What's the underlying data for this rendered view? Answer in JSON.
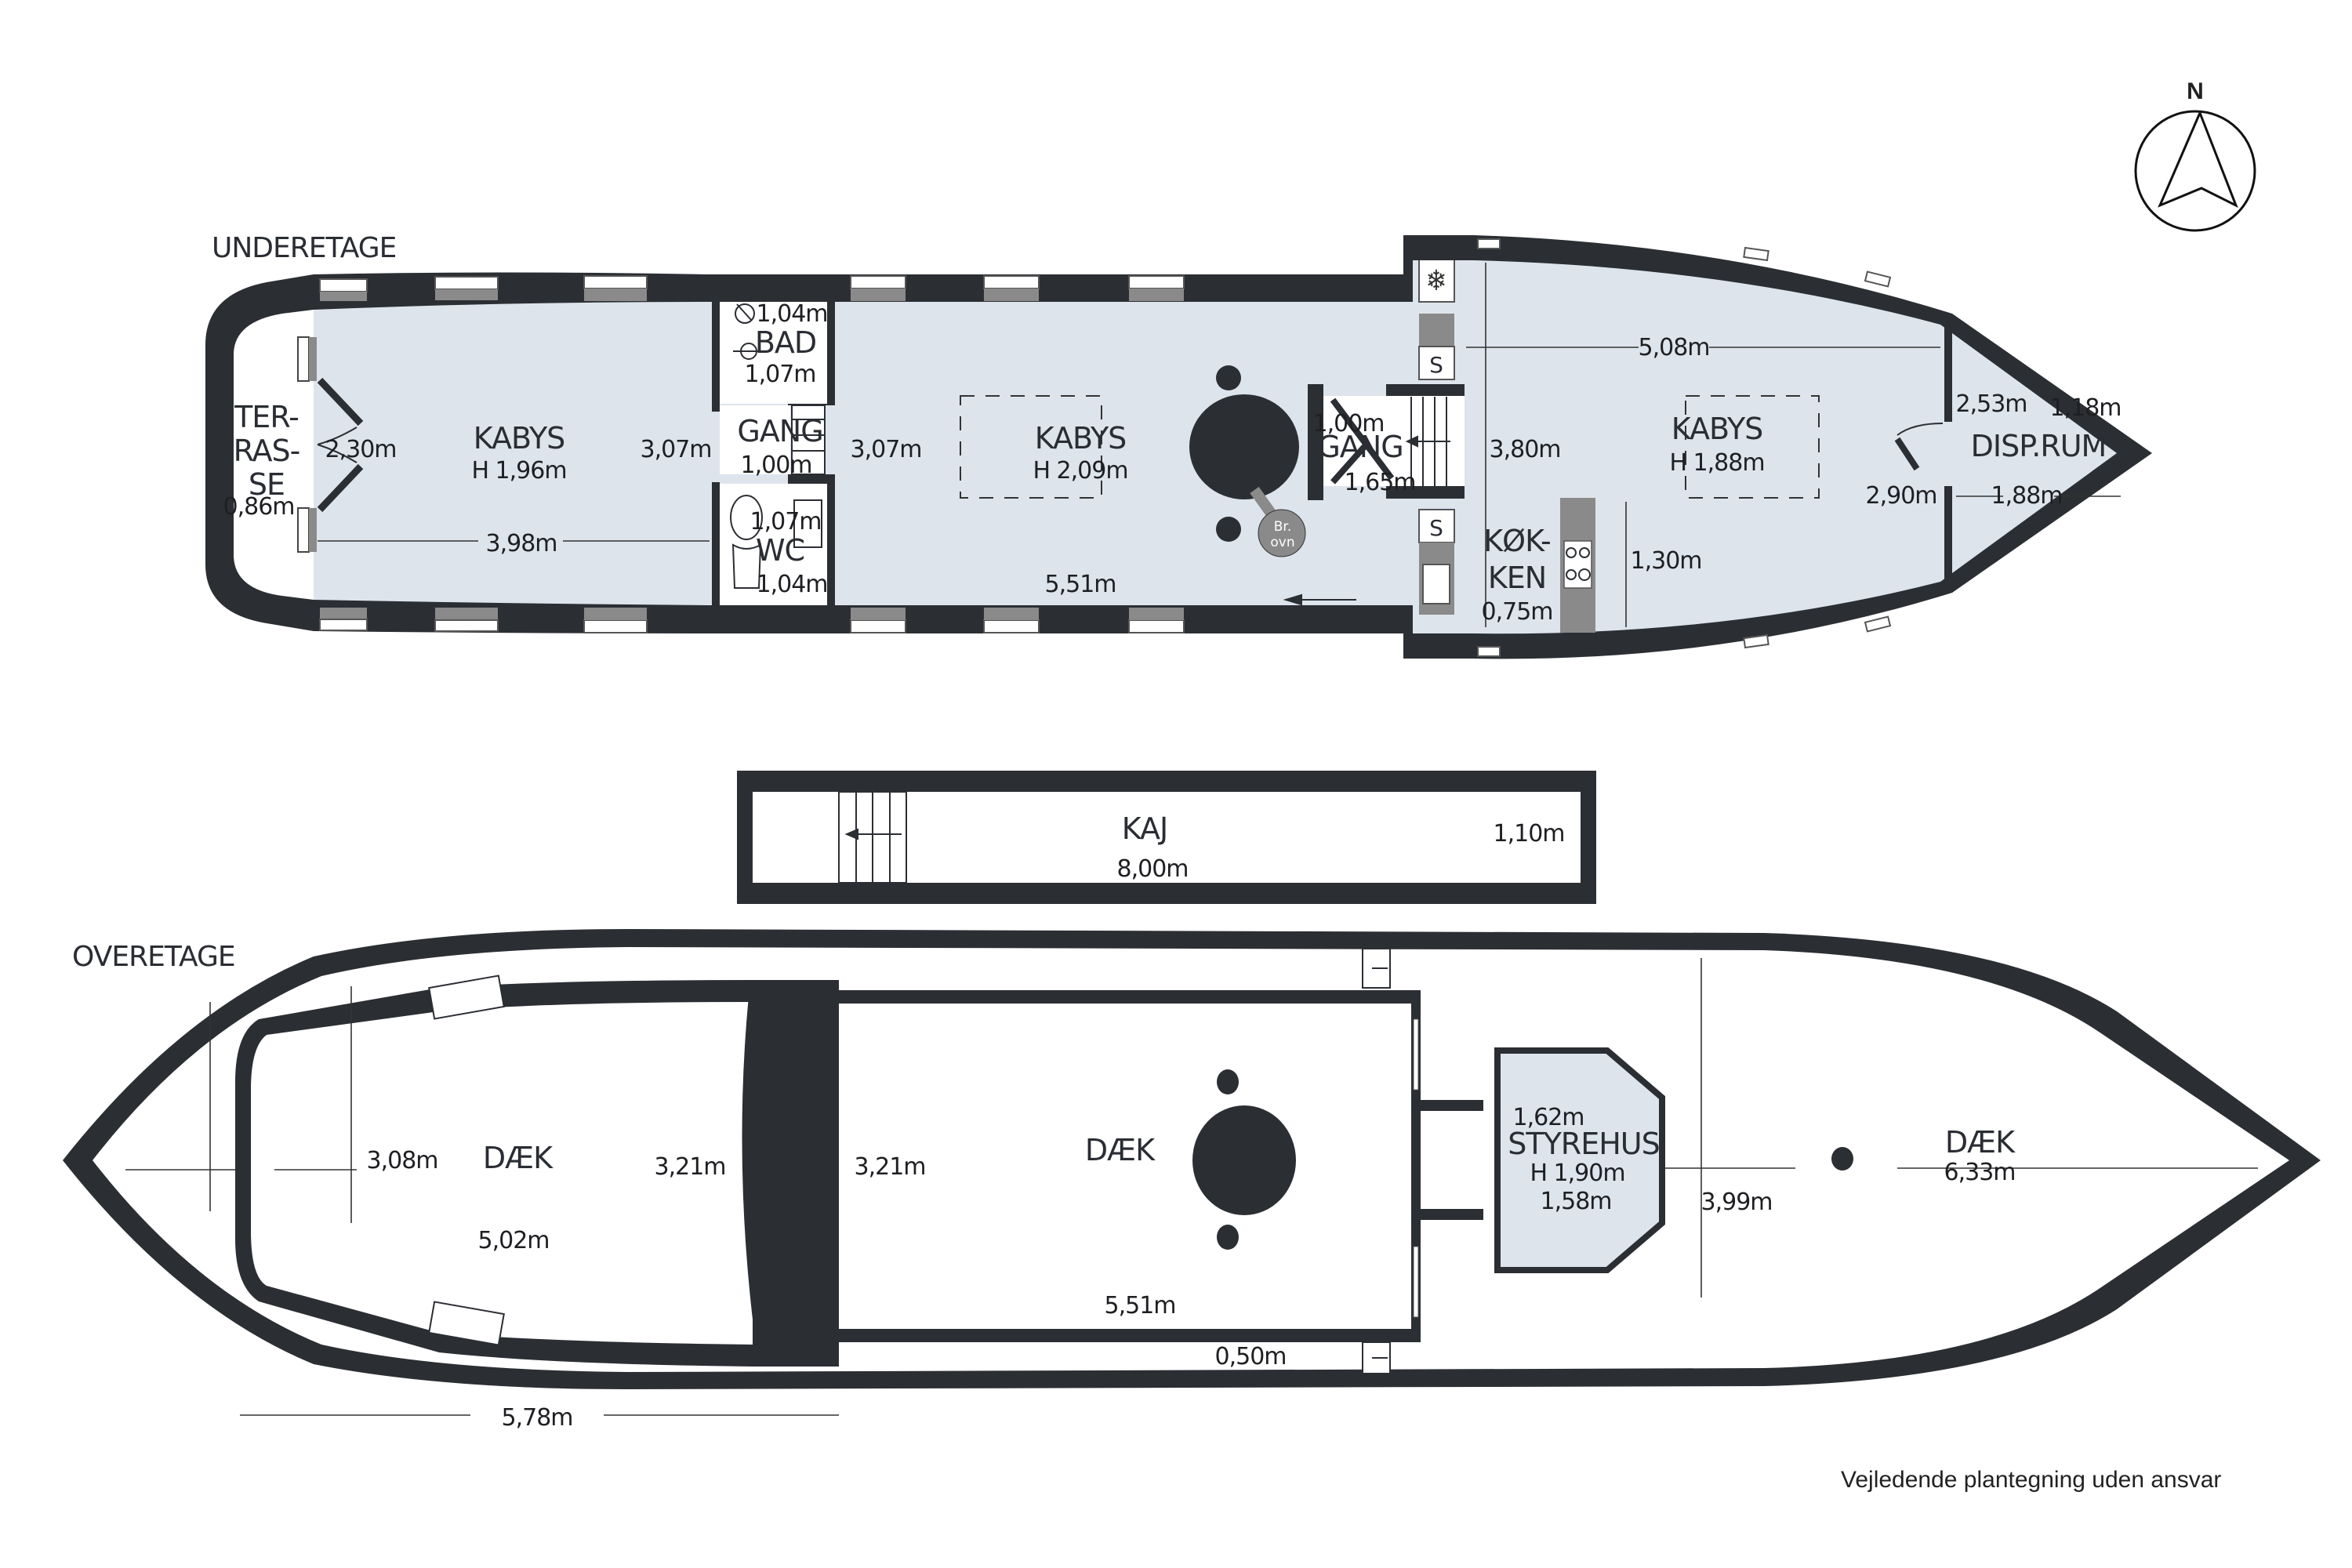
{
  "labels": {
    "lower_title": "UNDERETAGE",
    "upper_title": "OVERETAGE",
    "disclaimer": "Vejledende plantegning uden ansvar",
    "compass_n": "N"
  },
  "colors": {
    "wall": "#2b2e33",
    "floor": "#dde4ec",
    "window_gray": "#8a8a8a",
    "background": "#ffffff"
  },
  "underetage": {
    "terrasse": {
      "name": "TER-\nRAS-\nSE",
      "line1": "TER-",
      "line2": "RAS-",
      "line3": "SE",
      "width": "0,86m",
      "depth": "2,30m"
    },
    "kabys_aft": {
      "name": "KABYS",
      "height": "H 1,96m",
      "width": "3,07m",
      "length": "3,98m"
    },
    "bad": {
      "name": "BAD",
      "dim_a": "1,04m",
      "dim_b": "1,07m"
    },
    "gang_aft": {
      "name": "GANG",
      "dim": "1,00m"
    },
    "wc": {
      "name": "WC",
      "dim_a": "1,07m",
      "dim_b": "1,04m"
    },
    "kabys_mid": {
      "name": "KABYS",
      "height": "H 2,09m",
      "width": "3,07m",
      "length": "5,51m",
      "stove": "Br.\novn",
      "stove_l1": "Br.",
      "stove_l2": "ovn"
    },
    "gang_mid": {
      "name": "GANG",
      "dim_a": "1,00m",
      "dim_b": "1,65m"
    },
    "koekken": {
      "name_l1": "KØK-",
      "name_l2": "KEN",
      "width": "0,75m",
      "length": "1,30m",
      "cabinet": "S"
    },
    "kabys_fwd": {
      "name": "KABYS",
      "height": "H 1,88m",
      "length": "5,08m",
      "width": "3,80m"
    },
    "disp_rum": {
      "name": "DISP.RUM",
      "dim_a": "2,53m",
      "dim_b": "1,18m",
      "dim_c": "2,90m",
      "dim_d": "1,88m"
    }
  },
  "kaj": {
    "name": "KAJ",
    "length": "8,00m",
    "width": "1,10m"
  },
  "overetage": {
    "daek_aft": {
      "name": "DÆK",
      "width": "3,08m",
      "width_b": "3,21m",
      "length": "5,02m",
      "outer_length": "5,78m"
    },
    "daek_mid": {
      "name": "DÆK",
      "width": "3,21m",
      "length": "5,51m",
      "gap": "0,50m"
    },
    "styrehus": {
      "name": "STYREHUS",
      "height": "H 1,90m",
      "dim_a": "1,62m",
      "dim_b": "1,58m"
    },
    "daek_fwd": {
      "name": "DÆK",
      "width": "3,99m",
      "length": "6,33m"
    }
  }
}
